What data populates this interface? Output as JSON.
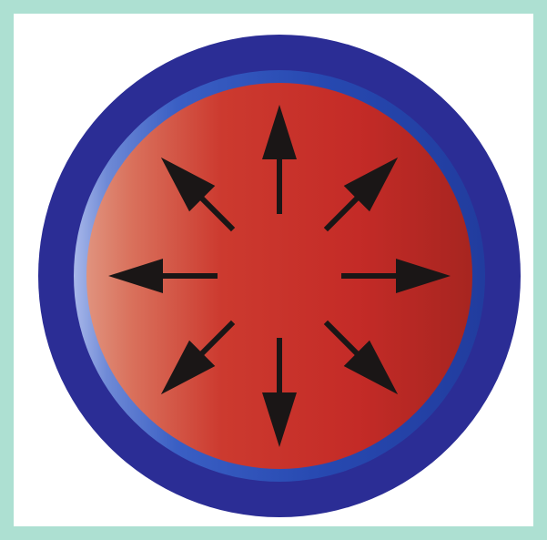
{
  "figure": {
    "description_colors": {
      "frame_border": "#ade0d2",
      "background": "#ffffff",
      "outer_ring": "#2b2d95",
      "inner_ring_highlight": "#8fa6e0",
      "core_light": "#dc846e",
      "core_mid": "#c8302a",
      "core_dark": "#a8221e",
      "arrows": "#1a1616"
    },
    "arrow_count": 8,
    "arrow_directions": [
      "up",
      "up-right",
      "right",
      "down-right",
      "down",
      "down-left",
      "left",
      "up-left"
    ],
    "icons": {
      "core": "sphere-core-icon",
      "arrow": "arrow-icon"
    }
  }
}
